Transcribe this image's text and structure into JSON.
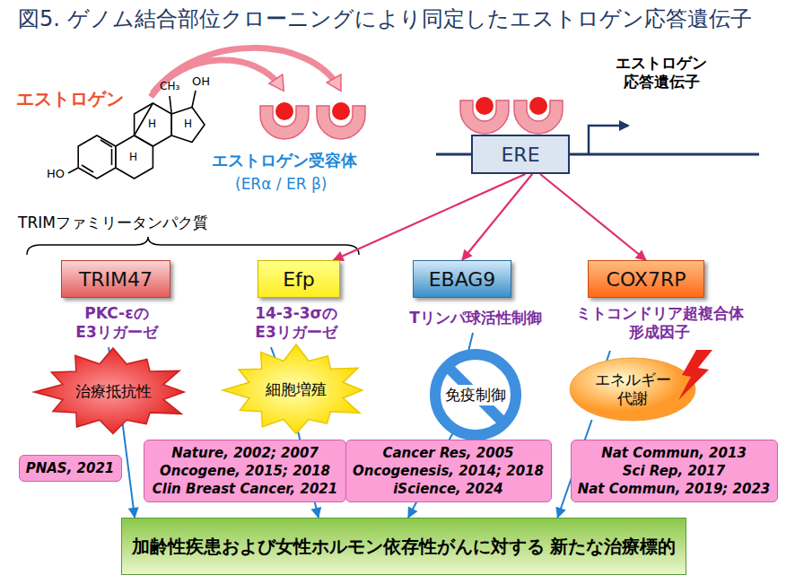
{
  "diagram": {
    "title": "図5. ゲノム結合部位クローニングにより同定したエストロゲン応答遺伝子",
    "nodes": [
      {
        "text": [
          "ERE"
        ]
      },
      {
        "text": [
          "TRIM47"
        ]
      },
      {
        "text": [
          "Efp"
        ]
      },
      {
        "text": [
          "EBAG9"
        ]
      },
      {
        "text": [
          "COX7RP"
        ]
      },
      {
        "text": [
          "治療抵抗性"
        ]
      },
      {
        "text": [
          "細胞増殖"
        ]
      },
      {
        "text": [
          "免疫制御"
        ]
      },
      {
        "text": [
          "エネルギー 代謝"
        ]
      },
      {
        "text": [
          "PNAS, 2021"
        ]
      },
      {
        "text": [
          "Nature, 2002; 2007",
          "Oncogene, 2015; 2018",
          "Clin Breast Cancer, 2021"
        ]
      },
      {
        "text": [
          "Cancer Res, 2005",
          "Oncogenesis, 2014; 2018",
          "iScience, 2024"
        ]
      },
      {
        "text": [
          "Nat Commun, 2013",
          "Sci Rep, 2017",
          "Nat Commun, 2019; 2023"
        ]
      },
      {
        "text": [
          "加齢性疾患および女性ホルモン依存性がんに対する 新たな治療標的"
        ]
      }
    ],
    "edges": [
      {
        "from": 0,
        "to": 2,
        "arrow": "to"
      },
      {
        "from": 0,
        "to": 3,
        "arrow": "to"
      },
      {
        "from": 0,
        "to": 4,
        "arrow": "to"
      },
      {
        "from": 5,
        "to": 13,
        "arrow": "to"
      },
      {
        "from": 6,
        "to": 13,
        "arrow": "to"
      },
      {
        "from": 7,
        "to": 13,
        "arrow": "to"
      },
      {
        "from": 8,
        "to": 13,
        "arrow": "to"
      }
    ],
    "labels": [
      "エストロゲン",
      "OH",
      "CH₃",
      "H",
      "H",
      "H",
      "HO",
      "エストロゲン受容体",
      "(ERα / ER β)",
      "エストロゲン 応答遺伝子",
      "TRIMファミリータンパク質",
      "PKC-εの E3リガーゼ",
      "14-3-3σの E3リガーゼ",
      "Tリンパ球活性制御",
      "ミトコンドリア超複合体 形成因子"
    ]
  }
}
